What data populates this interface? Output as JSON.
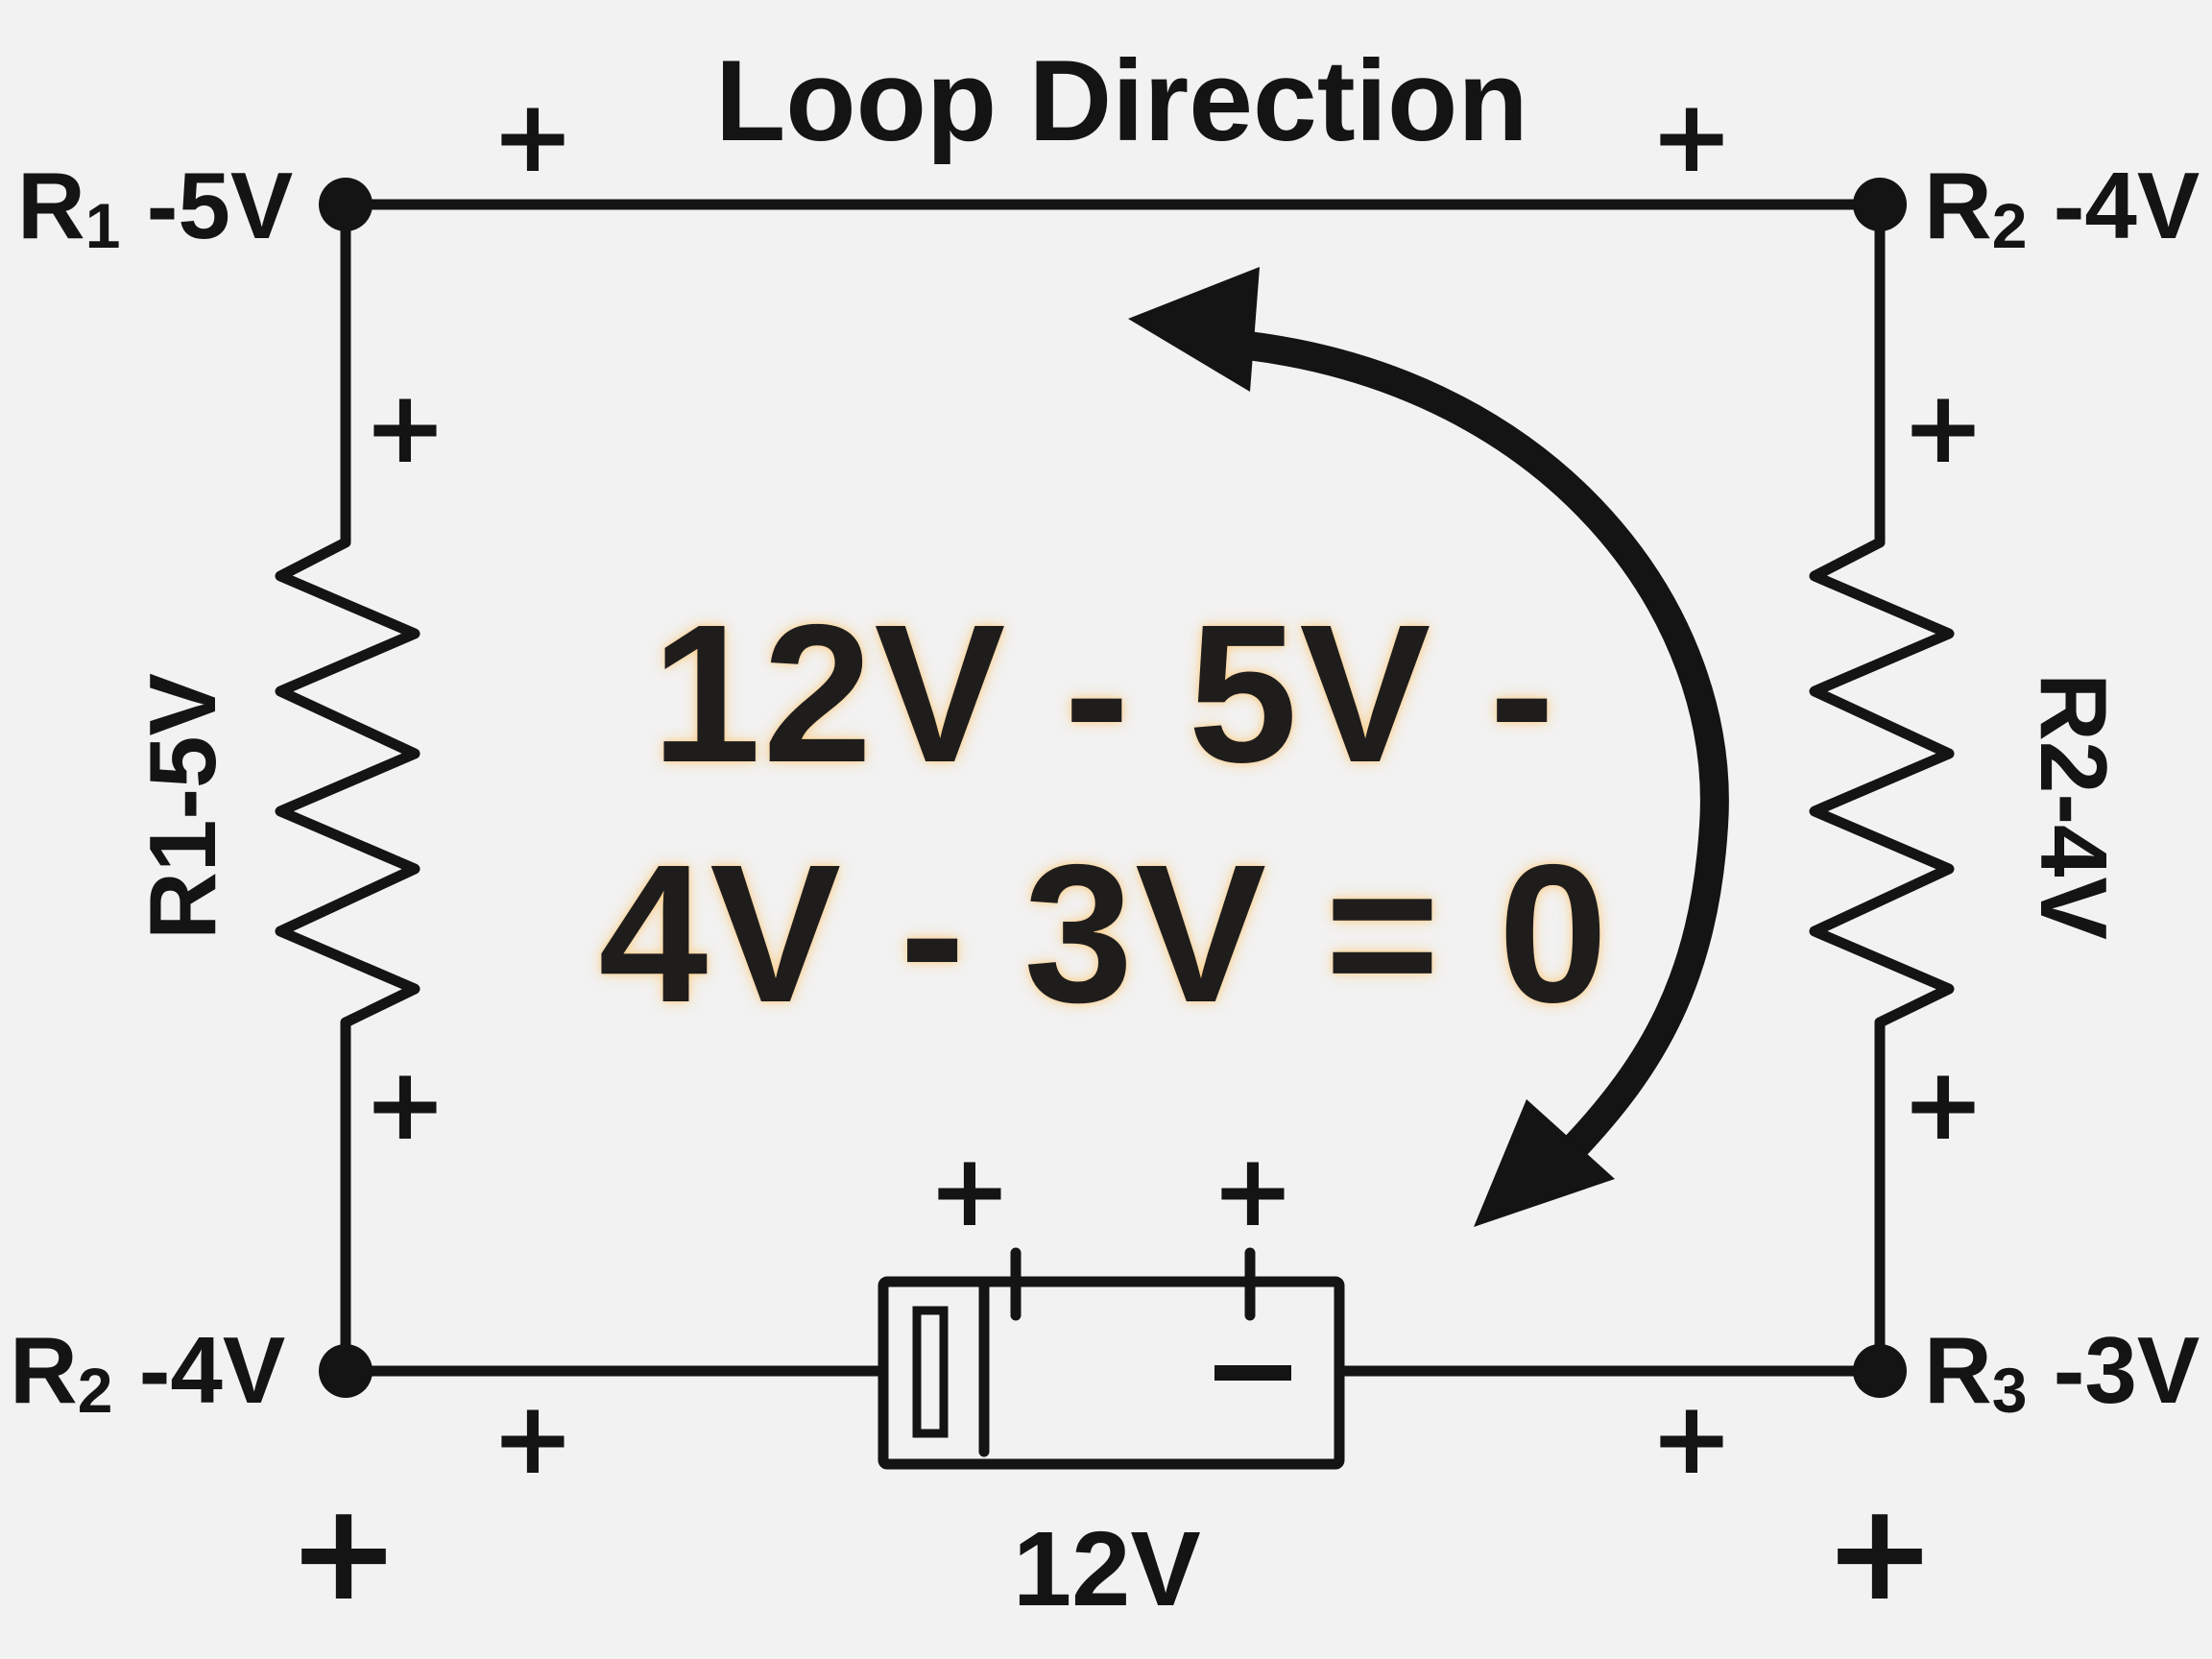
{
  "diagram": {
    "title": "Loop Direction",
    "corners": {
      "top_left": {
        "label": "R",
        "sub": "1",
        "value": " -5V"
      },
      "top_right": {
        "label": "R",
        "sub": "2",
        "value": " -4V"
      },
      "bottom_left": {
        "label": "R",
        "sub": "2",
        "value": " -4V"
      },
      "bottom_right": {
        "label": "R",
        "sub": "3",
        "value": " -3V"
      }
    },
    "resistor_labels": {
      "left": "R1-5V",
      "right": "R2-4V"
    },
    "equation": {
      "line1": "12V - 5V -",
      "line2": "4V - 3V = 0"
    },
    "battery": {
      "label": "12V",
      "minus_symbol": "−"
    },
    "polarity_symbol": "+",
    "colors": {
      "background": "#f2f2f2",
      "ink": "#141414",
      "equation_glow": "#ffbe5a"
    },
    "icons": {
      "loop_arrow": "curved-clockwise-arrow-icon"
    }
  }
}
